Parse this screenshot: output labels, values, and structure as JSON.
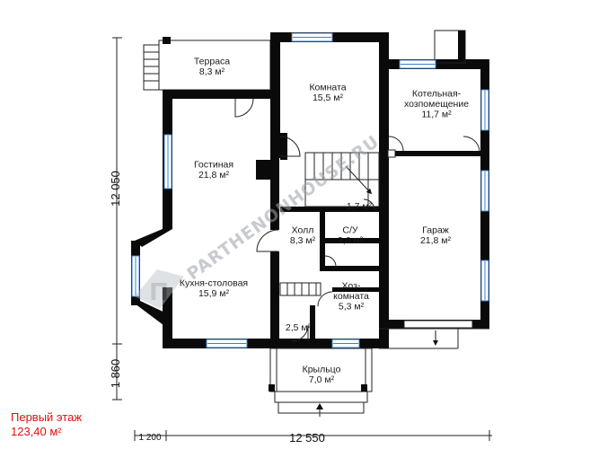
{
  "floor": {
    "title": "Первый этаж",
    "area": "123,40 м²"
  },
  "dimensions": {
    "width_total": "12 550",
    "offset_left": "1 200",
    "height_main": "12 050",
    "height_porch": "1 860"
  },
  "rooms": [
    {
      "id": "terrace",
      "name": "Терраса",
      "area": "8,3 м²"
    },
    {
      "id": "komnata",
      "name": "Комната",
      "area": "15,5 м²"
    },
    {
      "id": "kotelnaya",
      "name": "Котельная-\nхозпомещение",
      "area": "11,7 м²"
    },
    {
      "id": "gostinaya",
      "name": "Гостиная",
      "area": "21,8 м²"
    },
    {
      "id": "stair",
      "name": "",
      "area": "1,7 м²"
    },
    {
      "id": "holl",
      "name": "Холл",
      "area": "8,3 м²"
    },
    {
      "id": "su",
      "name": "С/У",
      "area": "3,6 м²"
    },
    {
      "id": "garazh",
      "name": "Гараж",
      "area": "21,8 м²"
    },
    {
      "id": "kuhnya",
      "name": "Кухня-столовая",
      "area": "15,9 м²"
    },
    {
      "id": "hozkomnata",
      "name": "Хоз-\nкомната",
      "area": "5,3 м²"
    },
    {
      "id": "small",
      "name": "",
      "area": "2,5 м²"
    },
    {
      "id": "krylco",
      "name": "Крыльцо",
      "area": "7,0 м²"
    }
  ],
  "watermark": {
    "text": "PARTHENONHOUSE.RU",
    "mark": "П"
  },
  "colors": {
    "wall": "#0a0a0a",
    "window": "#3a7fd0",
    "floor_title": "#e01010",
    "watermark": "#9aa2aa"
  }
}
